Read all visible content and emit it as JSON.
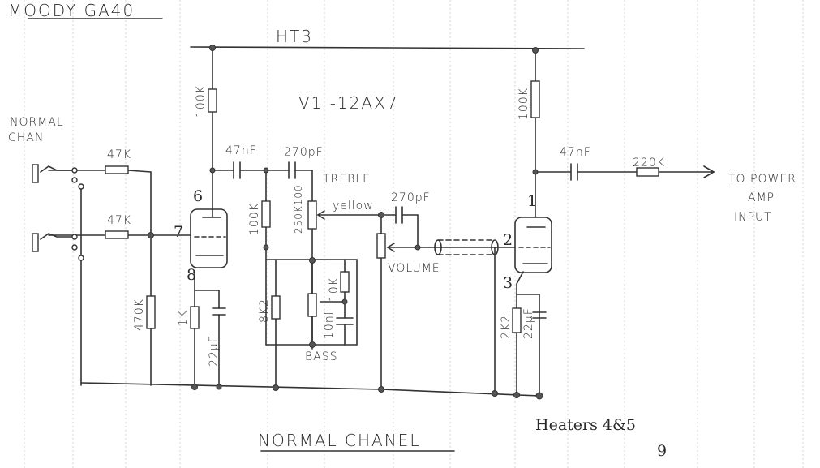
{
  "title": "MOODY GA40",
  "rail_label": "HT3",
  "tube_label": "V1 -12AX7",
  "section_label": [
    "NORMAL",
    "CHAN"
  ],
  "footer_label": "NORMAL CHANEL",
  "heaters_label": "Heaters 4&5",
  "heaters_pin": "9",
  "components": {
    "r_plate_left": "100K",
    "c_coupling_left": "47nF",
    "c_treble": "270pF",
    "treble_label": "TREBLE",
    "treble_pot": "250K100",
    "wire_color": "yellow",
    "c_volume": "270pF",
    "r_mid": "100K",
    "r_in1": "47K",
    "r_in2": "47K",
    "r_grid": "470K",
    "r_cathode_left": "1K",
    "c_cathode_left": "22µF",
    "r_bass": "8K2",
    "r_bass_10k": "10K",
    "c_bass": "10nF",
    "bass_label": "BASS",
    "volume_label": "VOLUME",
    "r_plate_right": "100K",
    "c_coupling_right": "47nF",
    "r_out": "220K",
    "r_cathode_right": "2K2",
    "c_cathode_right": "22µF"
  },
  "pins": {
    "left_plate": "6",
    "left_grid": "7",
    "left_cathode": "8",
    "right_plate": "1",
    "right_grid": "2",
    "right_cathode": "3"
  },
  "output_label": [
    "TO POWER",
    "AMP",
    "INPUT"
  ]
}
